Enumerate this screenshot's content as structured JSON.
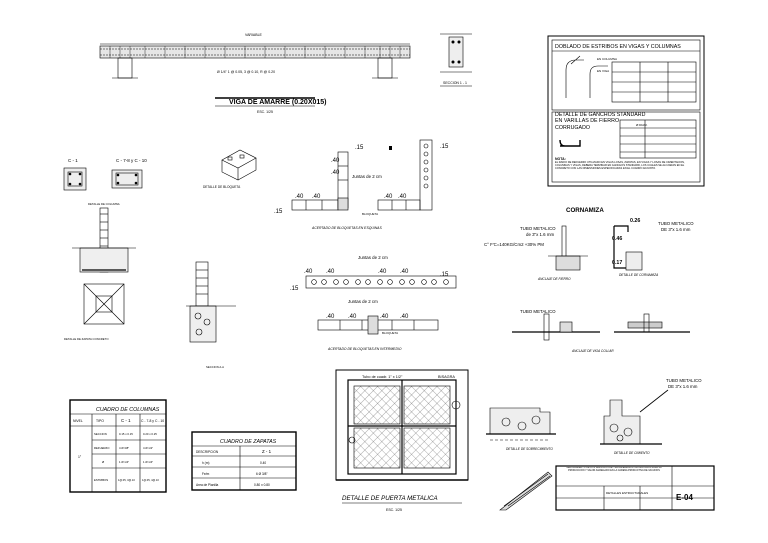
{
  "viga": {
    "title": "VIGA DE AMARRE (0.20X015)",
    "scale": "ESC. 1/25",
    "variable": "VARIABLE",
    "note": "Ø 1/4\" 1 @ 0.05, 3 @ 0.10, R @ 0.20",
    "section_label": "SECCION 1 - 1"
  },
  "estribos": {
    "title": "DOBLADO DE ESTRIBOS EN VIGAS Y COLUMNAS",
    "col_label": "EN COLUMNA",
    "viga_label": "EN VIGA"
  },
  "ganchos": {
    "title": "DETALLE DE GANCHOS STANDARD EN VARILLAS DE FIERRO CORRUGADO",
    "table_header": "Ø  DIAM.",
    "nota_title": "NOTA:",
    "nota_text": "EL RADIO DE REFUERZO UTILIZADO EN VIGAS LOSAS, ZAPATAS, EN VIGAS Y LOSAS DE CIMENTACION, COLUMNAS Y VIGAS, DEBERA TERMINAR EN GANCHOS STANDARD, LOS CUALES SE ALOJARAN EN EL CONCRETO CON LAS DIMENSIONES ESPECIFICADAS EN EL CUADRO ADJUNTO."
  },
  "columnas": {
    "c1_label": "C - 1",
    "c2_label": "C - 7-8 y C - 10",
    "bloqueta_label": "DETALLE DE BLOQUETA",
    "col_sec_label": "DETALLE DE COLUMNA",
    "zapata_label": "DETALLE DE ZAPATA CONCRETO",
    "seccion_aa": "SECCION A-A"
  },
  "bloquetas": {
    "esquinas_label": "ACERTADO DE BLOQUETAS EN ESQUINAS",
    "intermedio_label": "ACERTADO DE BLOQUETAS EN INTERMEDIO",
    "dim_15": ".15",
    "dim_40": ".40",
    "junta_label": "Juntas de 2 cm",
    "bloqueta_hueca": "BLOQUETA"
  },
  "cornamiza": {
    "title": "CORNAMIZA",
    "tubo1": "TUBO METALICO",
    "tubo1_dim": "de 3\"x 1.6 mm",
    "concreto": "C° F'C=140KG/Cm2 +30% PM",
    "anclaje_label": "ANCLAJE DE FIERRO",
    "detalle_cornamiza": "DETALLE DE CORNAMIZA",
    "tubo2": "TUBO METALICO",
    "tubo2_dim": "DE 3\"x 1.6 mm",
    "dim_a": "0.26",
    "dim_b": "0.46",
    "dim_c": "0.17",
    "viga_collar_label": "ANCLAJE DE VIGA COLLAR"
  },
  "cuadro_columnas": {
    "title": "CUADRO DE COLUMNAS",
    "headers": [
      "NIVEL",
      "TIPO",
      "C - 1",
      "C - 7-8 y C - 10"
    ],
    "rows": [
      [
        "",
        "SECCION",
        "0.15 x 0.15",
        "0.20 x 0.25"
      ],
      [
        "",
        "REFUERZO",
        "4 Ø 3/8\"",
        "4 Ø 1/2\""
      ],
      [
        "1°",
        "Ø",
        "1 Ø 1/4\"",
        "1 Ø 1/4\""
      ],
      [
        "",
        "ESTRIBOS",
        "1@.05, 3@.10",
        "1@.05, 4@.10"
      ]
    ]
  },
  "cuadro_zapatas": {
    "title": "CUADRO DE ZAPATAS",
    "headers": [
      "DESCRIPCION",
      "Z - 1"
    ],
    "rows": [
      [
        "h (m)",
        "0.40"
      ],
      [
        "Fe/m",
        "6 Ø 3/8\""
      ],
      [
        "Area de Planilla",
        "0.80 x 0.80"
      ]
    ]
  },
  "puerta": {
    "title": "DETALLE DE PUERTA METALICA",
    "scale": "ESC. 1/25",
    "bisagra": "BISAGRA",
    "tubo_label": "Tubo de cuadr. 1\" x 1/2\""
  },
  "cimientos": {
    "tubo": "TUBO METALICO",
    "tubo_dim": "DE 3\"x 1.6 mm",
    "sobrecim_label": "DETALLE DE SOBRECIMIENTO",
    "cimiento_label": "DETALLE DE CIMIENTO"
  },
  "title_block": {
    "project": "MEJORAMIENTO DE LOS SERVICIOS DE TRANSFERENCIA TECNOLOGICA PARA LA PRODUCCION Y VALOR AGREGADO EN LA CADENA PRODUCTIVA DE VACUNOS",
    "lamina": "E-04",
    "sheet_name": "DETALLES ESTRUCTURALES"
  }
}
